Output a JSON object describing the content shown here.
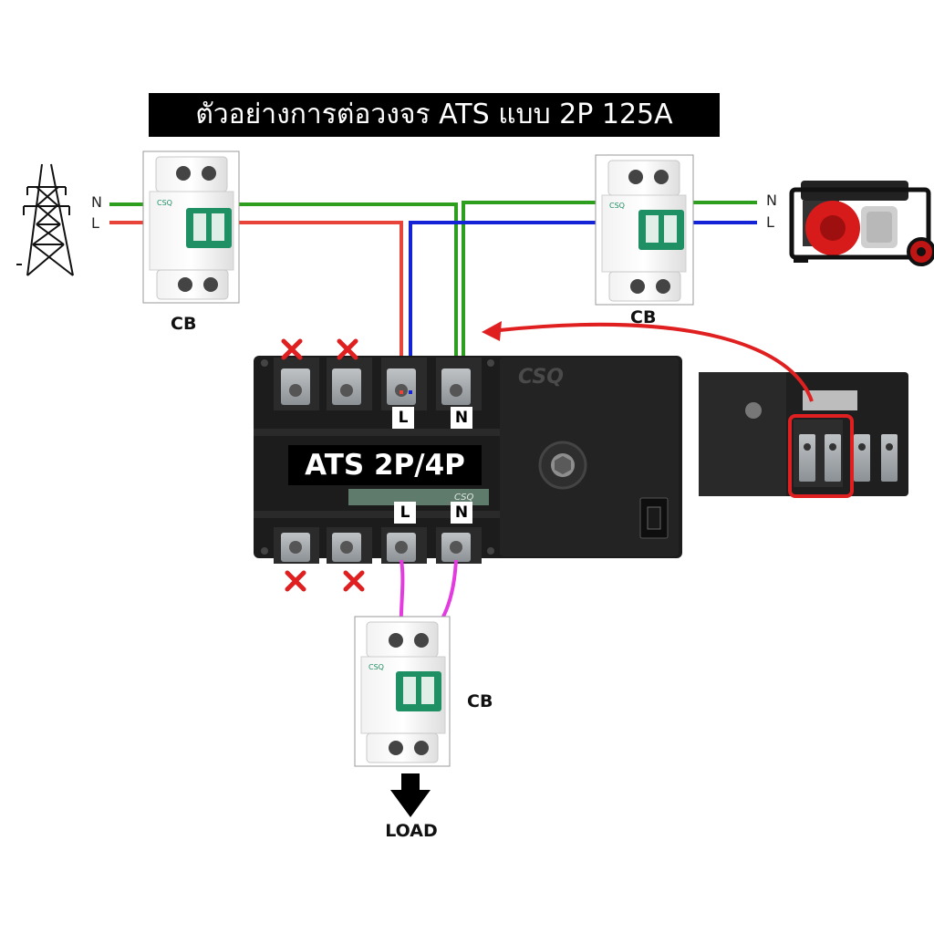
{
  "title": "ตัวอย่างการต่อวงจร ATS แบบ 2P 125A",
  "ats": {
    "label": "ATS 2P/4P",
    "brand": "CSQ",
    "top_terminals": {
      "l": "L",
      "n": "N"
    },
    "bottom_terminals": {
      "l": "L",
      "n": "N"
    }
  },
  "breakers": {
    "grid": {
      "label": "CB",
      "brand": "CSQ"
    },
    "generator": {
      "label": "CB",
      "brand": "CSQ"
    },
    "load": {
      "label": "CB",
      "brand": "CSQ"
    }
  },
  "grid_lines": {
    "n": "N",
    "l": "L"
  },
  "generator_lines": {
    "n": "N",
    "l": "L"
  },
  "load_label": "LOAD",
  "colors": {
    "neutral_wire": "#2e9e1e",
    "grid_live_wire": "#e8443a",
    "generator_live_wire": "#1523d6",
    "load_wire": "#e43be0",
    "unused_mark": "#e02020",
    "highlight": "#e02020"
  }
}
